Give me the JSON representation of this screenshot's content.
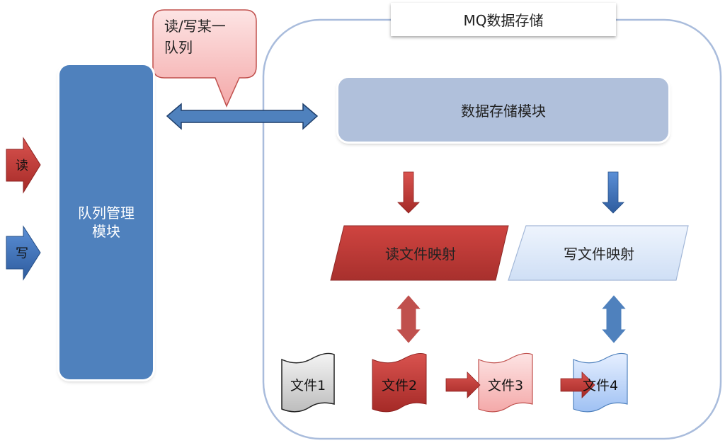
{
  "diagram": {
    "inputs": [
      {
        "label": "读",
        "color": "#c0392b"
      },
      {
        "label": "写",
        "color": "#3a6fb7"
      }
    ],
    "queue_management": {
      "line1": "队列管理",
      "line2": "模块"
    },
    "callout": {
      "line1": "读/写某一",
      "line2": "队列"
    },
    "storage_container": {
      "title": "MQ数据存储"
    },
    "storage_module": {
      "label": "数据存储模块"
    },
    "read_mapping": {
      "label": "读文件映射",
      "color": "#c0403c"
    },
    "write_mapping": {
      "label": "写文件映射",
      "color": "#dde8f7"
    },
    "files": [
      {
        "label": "文件1",
        "color": "#d9d9d9"
      },
      {
        "label": "文件2",
        "color": "#b83330"
      },
      {
        "label": "文件3",
        "color": "#f8d0d0"
      },
      {
        "label": "文件4",
        "color": "#bcd3f5"
      }
    ],
    "colors": {
      "blue": "#4f81bd",
      "red": "#c0504d",
      "container_border": "#a9bcdc"
    }
  }
}
